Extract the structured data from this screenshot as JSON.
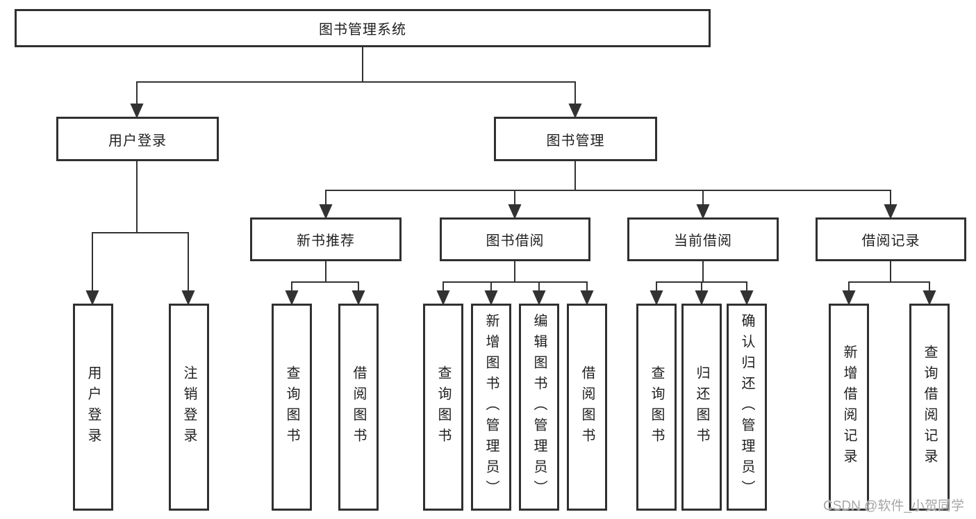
{
  "nodes": {
    "root": {
      "label": "图书管理系统"
    },
    "level2": [
      {
        "label": "用户登录"
      },
      {
        "label": "图书管理"
      }
    ],
    "level3": [
      {
        "label": "新书推荐"
      },
      {
        "label": "图书借阅"
      },
      {
        "label": "当前借阅"
      },
      {
        "label": "借阅记录"
      }
    ],
    "leaves": {
      "user_login": [
        {
          "label": "用户登录"
        },
        {
          "label": "注销登录"
        }
      ],
      "new_book_recommend": [
        {
          "label": "查询图书"
        },
        {
          "label": "借阅图书"
        }
      ],
      "book_borrow": [
        {
          "label": "查询图书"
        },
        {
          "label": "新增图书（管理员）"
        },
        {
          "label": "编辑图书（管理员）"
        },
        {
          "label": "借阅图书"
        }
      ],
      "current_borrow": [
        {
          "label": "查询图书"
        },
        {
          "label": "归还图书"
        },
        {
          "label": "确认归还（管理员）"
        }
      ],
      "borrow_records": [
        {
          "label": "新增借阅记录"
        },
        {
          "label": "查询借阅记录"
        }
      ]
    }
  },
  "watermark": {
    "text": "CSDN @软件_小贺同学"
  },
  "colors": {
    "line": "#323232",
    "box_border": "#303030",
    "text": "#1f1f1f",
    "background": "#ffffff",
    "watermark": "#a6a6a6"
  }
}
